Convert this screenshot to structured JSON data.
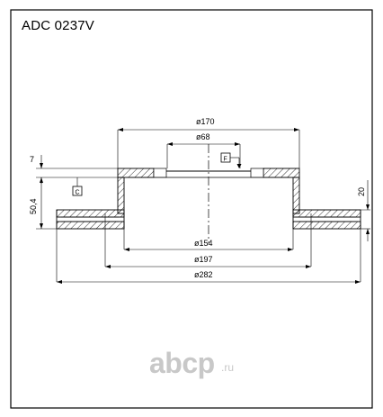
{
  "title": "ADC 0237V",
  "dimensions": {
    "d170": "ø170",
    "d68": "ø68",
    "d154": "ø154",
    "d197": "ø197",
    "d282": "ø282",
    "h7": "7",
    "h50": "50,4",
    "h20": "20"
  },
  "tags": {
    "f": "F",
    "c": "C"
  },
  "watermark": {
    "brand": "abcp",
    "domain": ".ru"
  },
  "colors": {
    "line": "#000000",
    "watermark": "#c8c8c8"
  }
}
